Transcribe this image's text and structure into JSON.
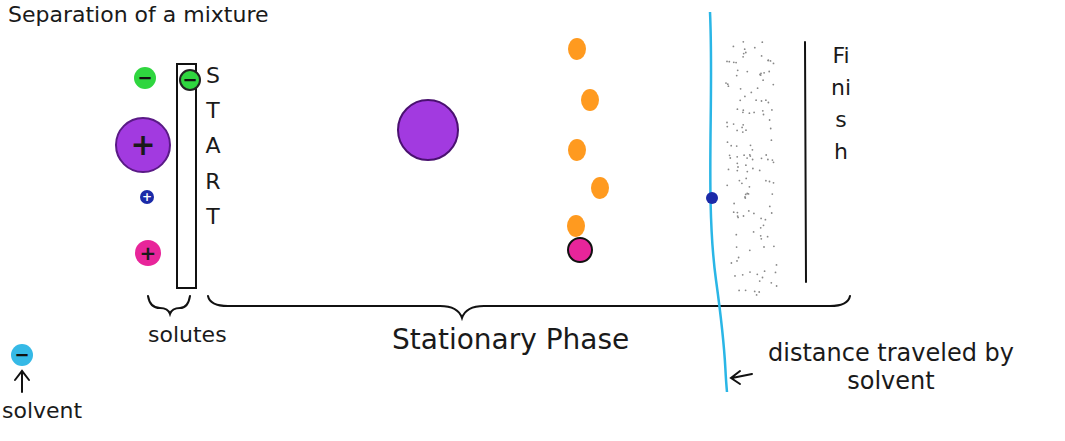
{
  "diagram": {
    "title": "Separation of a mixture",
    "nodes": [
      {
        "text": [
          "−"
        ]
      },
      {
        "text": [
          "+"
        ]
      },
      {
        "text": [
          "+"
        ]
      },
      {
        "text": [
          "+"
        ]
      },
      {
        "text": [
          "−"
        ]
      },
      {
        "text": [
          "−"
        ]
      }
    ],
    "labels": [
      "START",
      "Finish",
      "solutes",
      "Stationary Phase",
      "distance traveled by solvent",
      "solvent"
    ]
  }
}
